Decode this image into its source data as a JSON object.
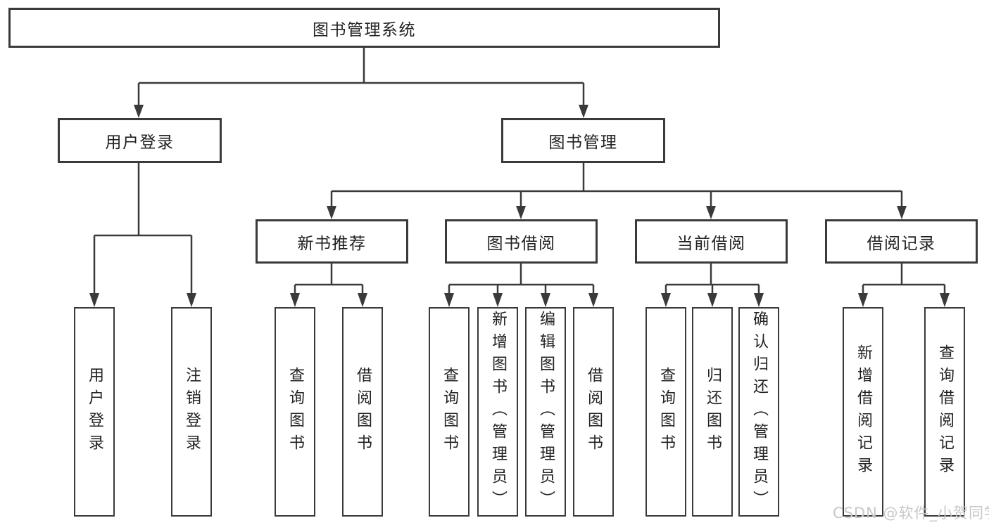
{
  "colors": {
    "background": "#ffffff",
    "line": "#3a3a3a",
    "text": "#222222",
    "watermark": "#c8c8c8"
  },
  "watermark": {
    "text": "CSDN @软件_小贺同学"
  },
  "tree": {
    "root": {
      "label": "图书管理系统"
    },
    "children": [
      {
        "label": "用户登录",
        "children": [
          {
            "label": "用户登录"
          },
          {
            "label": "注销登录"
          }
        ]
      },
      {
        "label": "图书管理",
        "children": [
          {
            "label": "新书推荐",
            "children": [
              {
                "label": "查询图书"
              },
              {
                "label": "借阅图书"
              }
            ]
          },
          {
            "label": "图书借阅",
            "children": [
              {
                "label": "查询图书"
              },
              {
                "label": "新增图书（管理员）"
              },
              {
                "label": "编辑图书（管理员）"
              },
              {
                "label": "借阅图书"
              }
            ]
          },
          {
            "label": "当前借阅",
            "children": [
              {
                "label": "查询图书"
              },
              {
                "label": "归还图书"
              },
              {
                "label": "确认归还（管理员）"
              }
            ]
          },
          {
            "label": "借阅记录",
            "children": [
              {
                "label": "新增借阅记录"
              },
              {
                "label": "查询借阅记录"
              }
            ]
          }
        ]
      }
    ]
  }
}
